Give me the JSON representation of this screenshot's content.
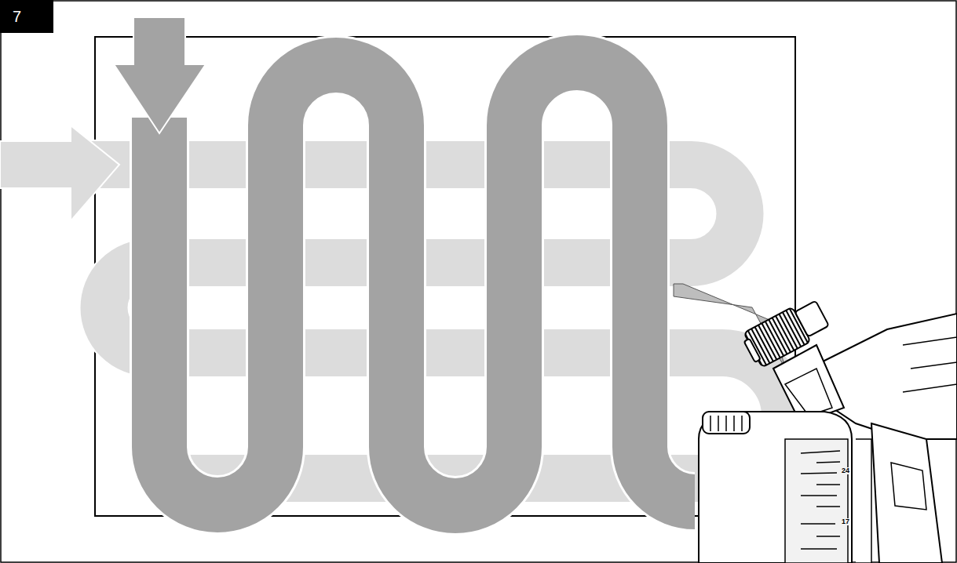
{
  "diagram": {
    "labels": [
      "7",
      "24",
      "17"
    ]
  }
}
